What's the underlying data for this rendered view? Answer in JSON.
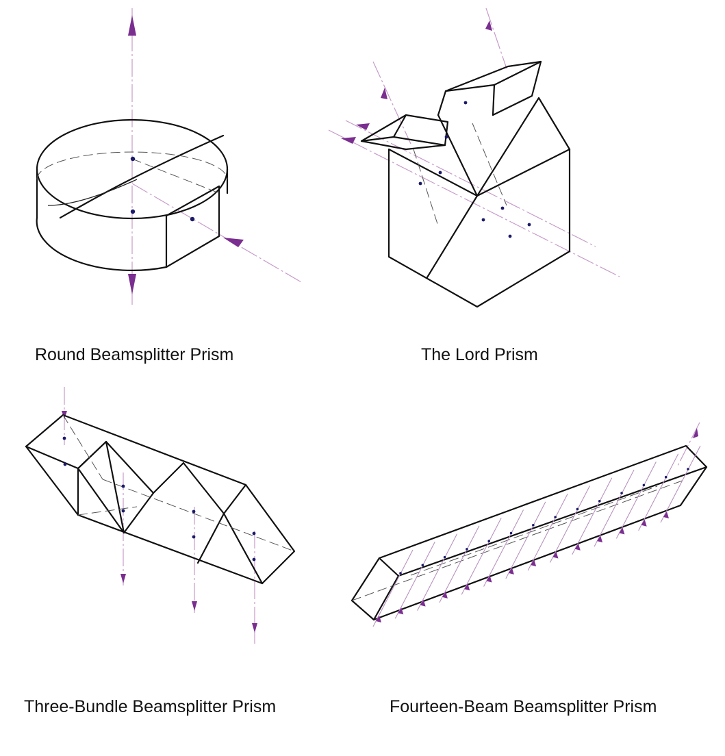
{
  "captions": {
    "round": "Round Beamsplitter Prism",
    "lord": "The Lord Prism",
    "three_bundle": "Three-Bundle Beamsplitter Prism",
    "fourteen_beam": "Fourteen-Beam Beamsplitter Prism"
  },
  "colors": {
    "line": "#111111",
    "beam": "#c79bc9",
    "arrow": "#7a2e8f",
    "dot": "#1b1a6a",
    "background": "#ffffff"
  }
}
